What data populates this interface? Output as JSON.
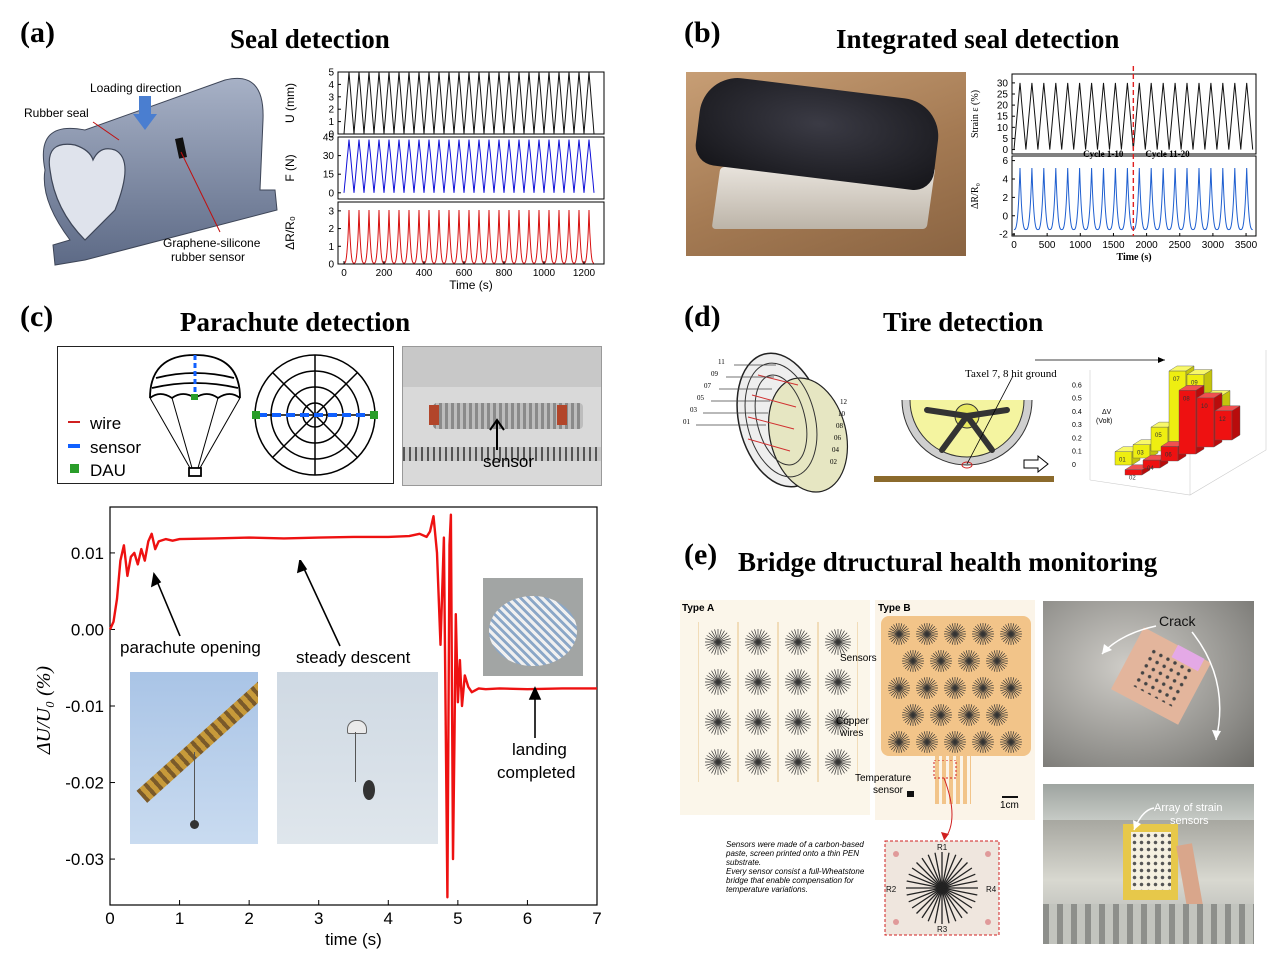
{
  "panels": {
    "a": {
      "letter": "(a)",
      "title": "Seal detection",
      "labels": {
        "loading": "Loading direction",
        "rubber_seal": "Rubber seal",
        "sensor_line1": "Graphene-silicone",
        "sensor_line2": "rubber sensor"
      }
    },
    "b": {
      "letter": "(b)",
      "title": "Integrated seal detection"
    },
    "c": {
      "letter": "(c)",
      "title": "Parachute detection",
      "legend": {
        "wire": "wire",
        "sensor": "sensor",
        "dau": "DAU"
      },
      "photo_label": "sensor",
      "annotations": {
        "opening": "parachute opening",
        "descent": "steady descent",
        "landing1": "landing",
        "landing2": "completed"
      }
    },
    "d": {
      "letter": "(d)",
      "title": "Tire detection",
      "taxel_label": "Taxel 7, 8 hit ground",
      "tire_numbers_left": [
        "11",
        "09",
        "07",
        "05",
        "03",
        "01"
      ],
      "tire_numbers_right": [
        "12",
        "10",
        "08",
        "06",
        "04",
        "02"
      ],
      "bar_axis_title": "ΔV",
      "bar_axis_unit": "(Volt)",
      "bar_axis_ticks": [
        "0.6",
        "0.5",
        "0.4",
        "0.3",
        "0.2",
        "0.1",
        "0"
      ],
      "bar_yellow_labels": [
        "01",
        "03",
        "05",
        "07",
        "09",
        "11"
      ],
      "bar_red_labels": [
        "02",
        "04",
        "06",
        "08",
        "10",
        "12"
      ]
    },
    "e": {
      "letter": "(e)",
      "title": "Bridge dtructural health monitoring",
      "type_a": "Type A",
      "type_b": "Type B",
      "sensors": "Sensors",
      "copper1": "Copper",
      "copper2": "wires",
      "temp1": "Temperature",
      "temp2": "sensor",
      "scale": "1cm",
      "crack": "Crack",
      "array1": "Array of strain",
      "array2": "sensors",
      "r_labels": [
        "R1",
        "R2",
        "R3",
        "R4"
      ],
      "note": [
        "Sensors were made of a carbon-based",
        "paste, screen printed onto a thin PEN",
        "substrate.",
        "Every sensor consist a full-Wheatstone",
        "bridge that enable compensation for",
        "temperature variations."
      ]
    }
  },
  "chart_data": [
    {
      "id": "a-stack",
      "type": "line",
      "xlabel": "Time (s)",
      "xlim": [
        -30,
        1300
      ],
      "xticks": [
        0,
        200,
        400,
        600,
        800,
        1000,
        1200
      ],
      "period_s": 50,
      "cycles": 25,
      "series": [
        {
          "ylabel": "U (mm)",
          "ylim": [
            0,
            5
          ],
          "yticks": [
            0,
            1,
            2,
            3,
            4,
            5
          ],
          "min": 0,
          "max": 5,
          "shape": "triangle",
          "color": "#111111"
        },
        {
          "ylabel": "F (N)",
          "ylim": [
            -5,
            45
          ],
          "yticks": [
            0,
            15,
            30,
            45
          ],
          "min": 0,
          "max": 43,
          "shape": "triangle",
          "color": "#1010d8"
        },
        {
          "ylabel": "ΔR/R₀",
          "ylim": [
            0,
            3.5
          ],
          "yticks": [
            0,
            1,
            2,
            3
          ],
          "min": 0.05,
          "max": 3.05,
          "shape": "spike",
          "color": "#d81010"
        }
      ]
    },
    {
      "id": "b-stack",
      "type": "line",
      "xlabel": "Time (s)",
      "xlim": [
        -30,
        3650
      ],
      "xticks": [
        0,
        500,
        1000,
        1500,
        2000,
        2500,
        3000,
        3500
      ],
      "period_s": 180,
      "cycles": 20,
      "divider_s": 1800,
      "divider_left": "Cycle 1-10",
      "divider_right": "Cycle 11-20",
      "series": [
        {
          "ylabel": "Strain ε (%)",
          "ylim": [
            -2,
            34
          ],
          "yticks": [
            0,
            5,
            10,
            15,
            20,
            25,
            30
          ],
          "min": 0,
          "max": 30,
          "shape": "triangle",
          "color": "#111111"
        },
        {
          "ylabel": "ΔR/R₀",
          "ylim": [
            -2.2,
            6.5
          ],
          "yticks": [
            -2,
            0,
            2,
            4,
            6
          ],
          "min": -1.5,
          "max": 5.2,
          "shape": "spike",
          "color": "#1f5fd0"
        }
      ]
    },
    {
      "id": "c-main",
      "type": "line",
      "xlabel": "time (s)",
      "ylabel": "ΔU/U₀ (%)",
      "xlim": [
        0,
        7
      ],
      "ylim": [
        -0.036,
        0.016
      ],
      "xticks": [
        0,
        1,
        2,
        3,
        4,
        5,
        6,
        7
      ],
      "yticks": [
        0.01,
        0.0,
        -0.01,
        -0.02,
        -0.03
      ],
      "ytick_labels": [
        "0.01",
        "0.00",
        "-0.01",
        "-0.02",
        "-0.03"
      ],
      "color": "#ee1111",
      "x": [
        0,
        0.05,
        0.1,
        0.15,
        0.2,
        0.25,
        0.3,
        0.35,
        0.4,
        0.45,
        0.5,
        0.55,
        0.6,
        0.65,
        0.7,
        0.8,
        0.9,
        1.0,
        1.5,
        2.0,
        2.5,
        3.0,
        3.5,
        4.0,
        4.3,
        4.45,
        4.55,
        4.6,
        4.65,
        4.7,
        4.75,
        4.8,
        4.85,
        4.88,
        4.9,
        4.93,
        4.95,
        4.97,
        5.0,
        5.03,
        5.06,
        5.1,
        5.15,
        5.2,
        5.3,
        5.4,
        5.6,
        6.0,
        6.5,
        7.0
      ],
      "y": [
        0,
        0.001,
        0.004,
        0.009,
        0.011,
        0.007,
        0.0095,
        0.01,
        0.0085,
        0.0105,
        0.009,
        0.0115,
        0.0125,
        0.0105,
        0.0115,
        0.0118,
        0.0116,
        0.0118,
        0.0119,
        0.012,
        0.0119,
        0.012,
        0.0121,
        0.0121,
        0.0122,
        0.0125,
        0.0121,
        0.0128,
        0.0148,
        0.01,
        -0.002,
        0.012,
        -0.035,
        0.011,
        0.015,
        -0.03,
        -0.015,
        0.002,
        -0.0095,
        -0.004,
        -0.01,
        -0.006,
        -0.0075,
        -0.0082,
        -0.0077,
        -0.0078,
        -0.0077,
        -0.0078,
        -0.0077,
        -0.0077
      ]
    },
    {
      "id": "d-bar3d",
      "type": "bar",
      "categories": [
        "01",
        "02",
        "03",
        "04",
        "05",
        "06",
        "07",
        "08",
        "09",
        "10",
        "11",
        "12"
      ],
      "values": [
        0.1,
        0.04,
        0.1,
        0.06,
        0.18,
        0.11,
        0.55,
        0.48,
        0.47,
        0.37,
        0.26,
        0.22
      ],
      "ylabel": "ΔV (Volt)",
      "ylim": [
        0,
        0.6
      ],
      "colors": {
        "odd": "#eeee11",
        "even": "#ee1111"
      }
    }
  ]
}
